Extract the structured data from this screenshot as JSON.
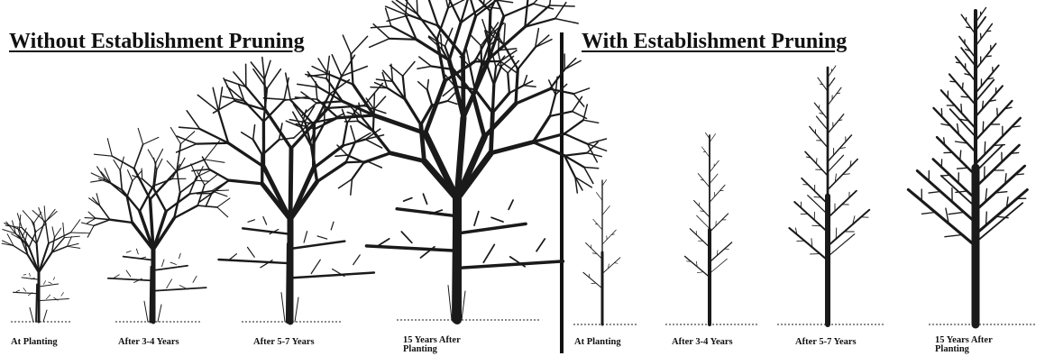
{
  "panels": {
    "without": {
      "title": "Without Establishment Pruning",
      "captions": [
        "At Planting",
        "After 3-4 Years",
        "After 5-7 Years",
        "15 Years After Planting"
      ]
    },
    "with": {
      "title": "With Establishment Pruning",
      "captions": [
        "At Planting",
        "After 3-4 Years",
        "After 5-7 Years",
        "15 Years After Planting"
      ]
    }
  },
  "colors": {
    "ink": "#1a1a1a",
    "background": "#ffffff"
  }
}
